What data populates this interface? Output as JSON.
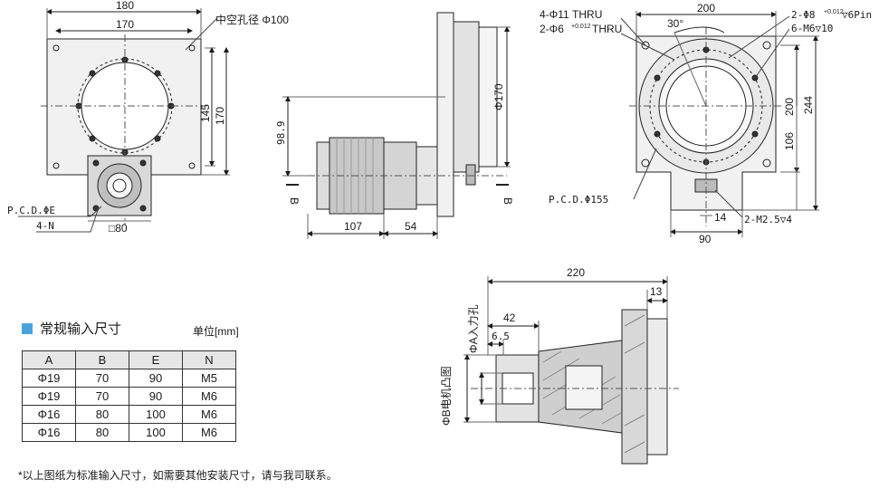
{
  "front_view": {
    "dim_top_outer": "180",
    "dim_top_inner": "170",
    "bore_note": "中空孔径 Φ100",
    "dim_right_inner": "145",
    "dim_right_outer": "170",
    "pcd_label": "P.C.D.ΦE",
    "n_label": "4-N",
    "motor_square": "□80"
  },
  "side_view": {
    "dim_height": "98.9",
    "dim_dia": "Φ170",
    "dim_len_motor": "107",
    "dim_len_flange": "54",
    "section_left": "B",
    "section_right": "B"
  },
  "top_view": {
    "thru_holes": "4-Φ11 THRU",
    "pin_holes": "2-Φ6",
    "pin_tol": "+0.012",
    "pin_thru": "THRU",
    "dim_width": "200",
    "angle": "30°",
    "pin_holes_right": "2-Φ8",
    "pin_tol_right": "+0.012",
    "pin_depth": "▽6Pin",
    "tap_holes": "6-M6▽10",
    "dim_200_v": "200",
    "dim_244": "244",
    "dim_106": "106",
    "pcd155": "P.C.D.Φ155",
    "dim_14": "14",
    "m25": "2-M2.5▽4",
    "dim_90": "90"
  },
  "section_view": {
    "dim_220": "220",
    "dim_13": "13",
    "dim_42": "42",
    "dim_65": "6.5",
    "label_a": "ΦA入力孔",
    "label_b": "ΦB电机凸图"
  },
  "spec_table": {
    "title": "常规输入尺寸",
    "unit": "单位[mm]",
    "headers": [
      "A",
      "B",
      "E",
      "N"
    ],
    "rows": [
      [
        "Φ19",
        "70",
        "90",
        "M5"
      ],
      [
        "Φ19",
        "70",
        "90",
        "M6"
      ],
      [
        "Φ16",
        "80",
        "100",
        "M6"
      ],
      [
        "Φ16",
        "80",
        "100",
        "M6"
      ]
    ]
  },
  "note": "*以上图纸为标准输入尺寸，如需要其他安装尺寸，请与我司联系。"
}
